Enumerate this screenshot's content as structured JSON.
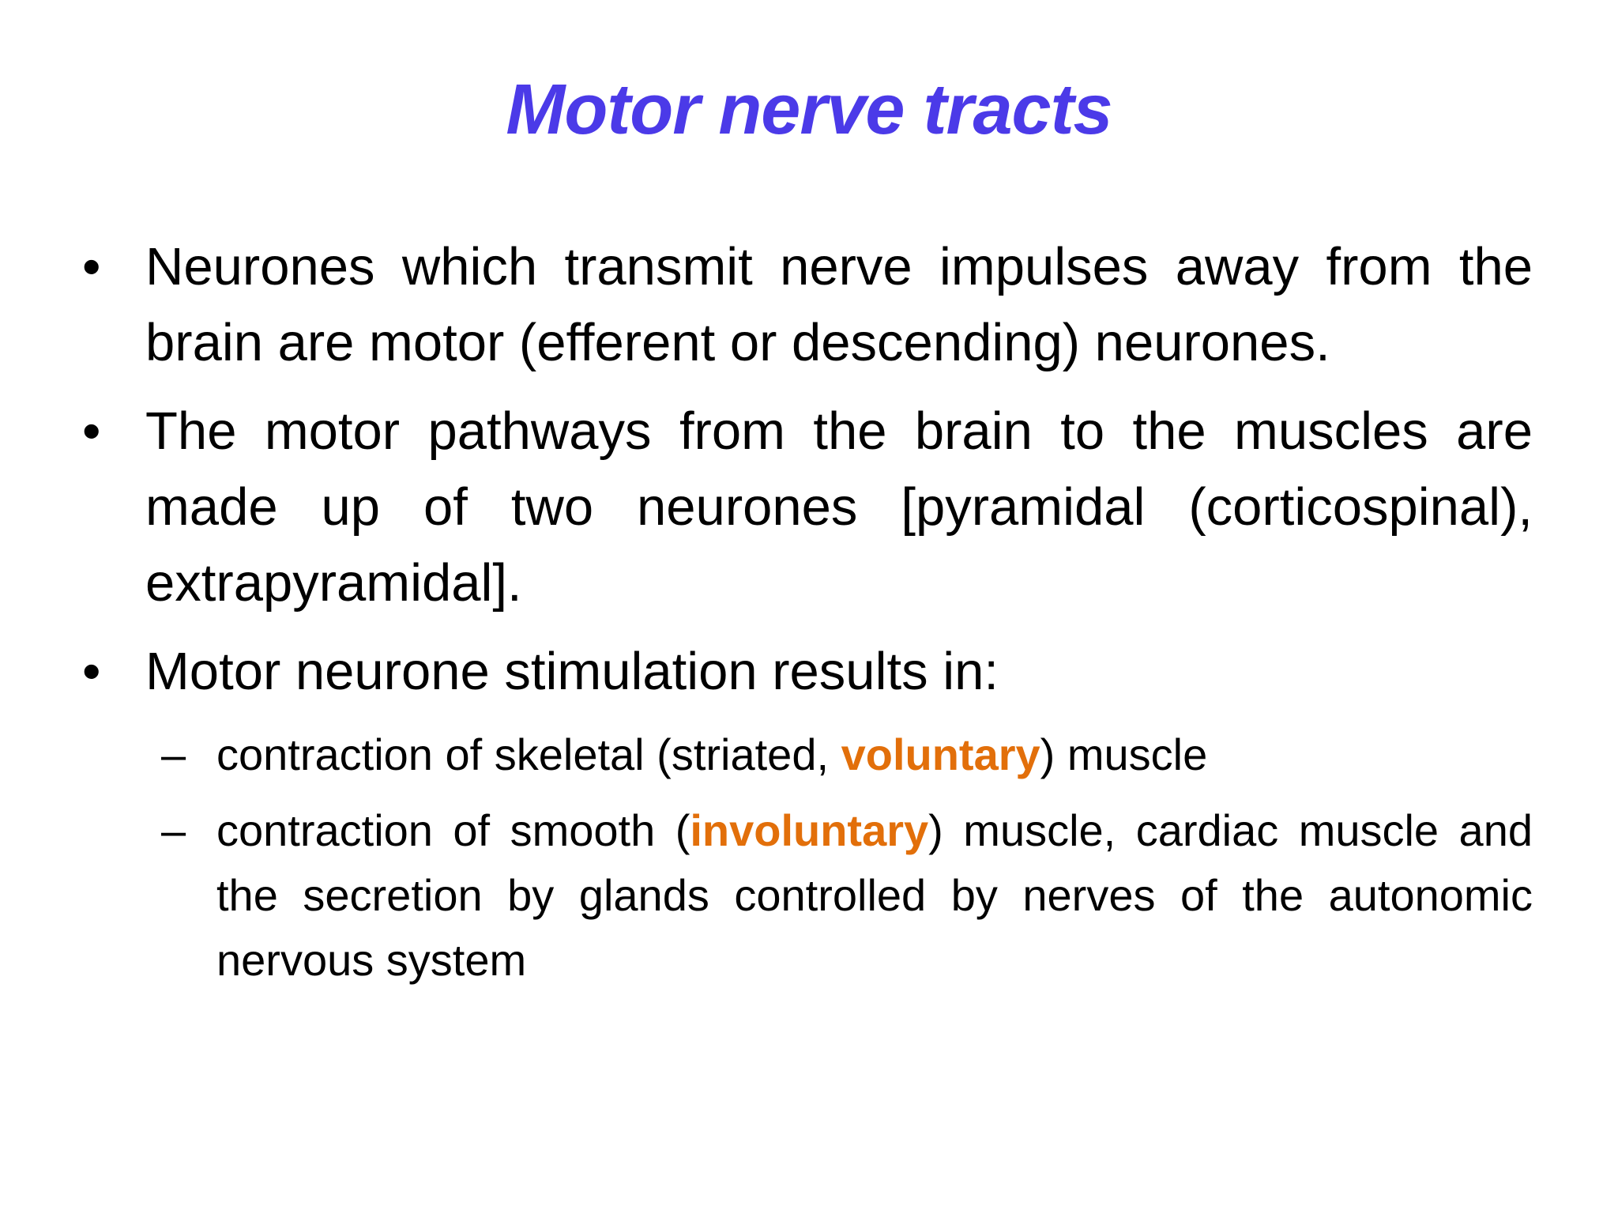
{
  "slide": {
    "title": "Motor nerve tracts",
    "title_color": "#4b3ae8",
    "highlight_color": "#e26f0a",
    "bullets": [
      {
        "marker": "•",
        "text": "Neurones which transmit nerve impulses away from the brain are motor (efferent or descending) neurones."
      },
      {
        "marker": "•",
        "text": "The motor pathways from the brain to the muscles are made up of two neurones [pyramidal (corticospinal), extrapyramidal]."
      },
      {
        "marker": "•",
        "text": "Motor neurone stimulation results in:"
      }
    ],
    "sub_bullets": [
      {
        "marker": "–",
        "before": "contraction of skeletal (striated, ",
        "highlight": "voluntary",
        "after": ") muscle"
      },
      {
        "marker": "–",
        "before": "contraction of smooth (",
        "highlight": "involuntary",
        "after": ") muscle, cardiac muscle and the secretion by glands controlled by nerves of the autonomic nervous system"
      }
    ]
  }
}
